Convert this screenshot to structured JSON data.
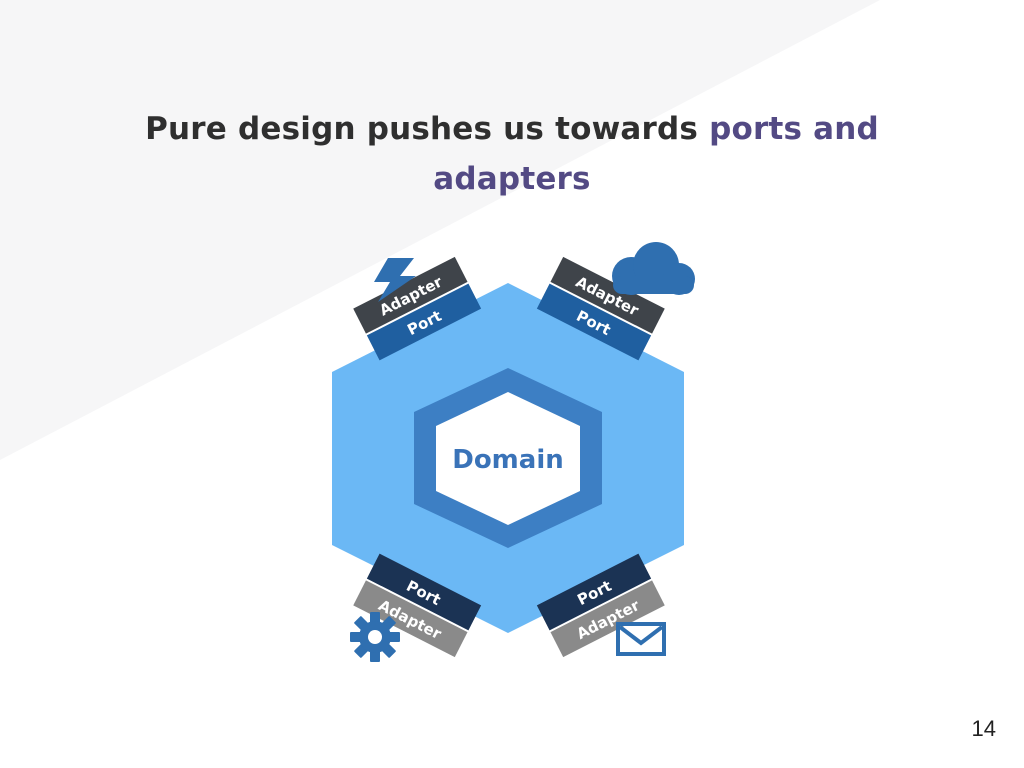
{
  "slide": {
    "title_main": "Pure design pushes us towards ",
    "title_accent": "ports and adapters",
    "page_number": "14"
  },
  "diagram": {
    "center_label": "Domain",
    "port_label": "Port",
    "adapter_label": "Adapter",
    "corner_icons": [
      "lightning-icon",
      "cloud-icon",
      "gear-icon",
      "envelope-icon"
    ]
  },
  "colors": {
    "title_text": "#2f2f2f",
    "title_accent": "#534a84",
    "hexagon_outer": "#6bb8f5",
    "hexagon_ring": "#3d7fc4",
    "domain_text": "#3a73b8",
    "port_top": "#1f5fa0",
    "adapter_top": "#3f444a",
    "port_bottom": "#1b3354",
    "adapter_bottom": "#8a8a8a",
    "icon_blue": "#2f6fb0"
  }
}
